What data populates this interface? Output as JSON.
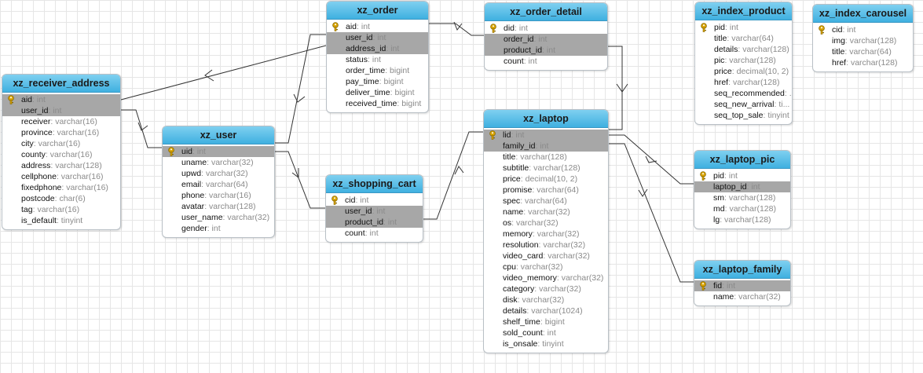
{
  "tables": [
    {
      "id": "xz_order",
      "name": "xz_order",
      "fields": [
        {
          "name": "aid",
          "type": "int",
          "pk": true
        },
        {
          "name": "user_id",
          "type": "int",
          "sel": true
        },
        {
          "name": "address_id",
          "type": "int",
          "sel": true
        },
        {
          "name": "status",
          "type": "int"
        },
        {
          "name": "order_time",
          "type": "bigint"
        },
        {
          "name": "pay_time",
          "type": "bigint"
        },
        {
          "name": "deliver_time",
          "type": "bigint"
        },
        {
          "name": "received_time",
          "type": "bigint"
        }
      ]
    },
    {
      "id": "xz_order_detail",
      "name": "xz_order_detail",
      "fields": [
        {
          "name": "did",
          "type": "int",
          "pk": true
        },
        {
          "name": "order_id",
          "type": "int",
          "sel": true
        },
        {
          "name": "product_id",
          "type": "int",
          "sel": true
        },
        {
          "name": "count",
          "type": "int"
        }
      ]
    },
    {
      "id": "xz_index_product",
      "name": "xz_index_product",
      "fields": [
        {
          "name": "pid",
          "type": "int",
          "pk": true
        },
        {
          "name": "title",
          "type": "varchar(64)"
        },
        {
          "name": "details",
          "type": "varchar(128)"
        },
        {
          "name": "pic",
          "type": "varchar(128)"
        },
        {
          "name": "price",
          "type": "decimal(10, 2)"
        },
        {
          "name": "href",
          "type": "varchar(128)"
        },
        {
          "name": "seq_recommended",
          "type": "..."
        },
        {
          "name": "seq_new_arrival",
          "type": "ti..."
        },
        {
          "name": "seq_top_sale",
          "type": "tinyint"
        }
      ]
    },
    {
      "id": "xz_index_carousel",
      "name": "xz_index_carousel",
      "fields": [
        {
          "name": "cid",
          "type": "int",
          "pk": true
        },
        {
          "name": "img",
          "type": "varchar(128)"
        },
        {
          "name": "title",
          "type": "varchar(64)"
        },
        {
          "name": "href",
          "type": "varchar(128)"
        }
      ]
    },
    {
      "id": "xz_receiver_address",
      "name": "xz_receiver_address",
      "fields": [
        {
          "name": "aid",
          "type": "int",
          "pk": true,
          "sel": true
        },
        {
          "name": "user_id",
          "type": "int",
          "sel": true
        },
        {
          "name": "receiver",
          "type": "varchar(16)"
        },
        {
          "name": "province",
          "type": "varchar(16)"
        },
        {
          "name": "city",
          "type": "varchar(16)"
        },
        {
          "name": "county",
          "type": "varchar(16)"
        },
        {
          "name": "address",
          "type": "varchar(128)"
        },
        {
          "name": "cellphone",
          "type": "varchar(16)"
        },
        {
          "name": "fixedphone",
          "type": "varchar(16)"
        },
        {
          "name": "postcode",
          "type": "char(6)"
        },
        {
          "name": "tag",
          "type": "varchar(16)"
        },
        {
          "name": "is_default",
          "type": "tinyint"
        }
      ]
    },
    {
      "id": "xz_user",
      "name": "xz_user",
      "fields": [
        {
          "name": "uid",
          "type": "int",
          "pk": true,
          "sel": true
        },
        {
          "name": "uname",
          "type": "varchar(32)"
        },
        {
          "name": "upwd",
          "type": "varchar(32)"
        },
        {
          "name": "email",
          "type": "varchar(64)"
        },
        {
          "name": "phone",
          "type": "varchar(16)"
        },
        {
          "name": "avatar",
          "type": "varchar(128)"
        },
        {
          "name": "user_name",
          "type": "varchar(32)"
        },
        {
          "name": "gender",
          "type": "int"
        }
      ]
    },
    {
      "id": "xz_shopping_cart",
      "name": "xz_shopping_cart",
      "fields": [
        {
          "name": "cid",
          "type": "int",
          "pk": true
        },
        {
          "name": "user_id",
          "type": "int",
          "sel": true
        },
        {
          "name": "product_id",
          "type": "int",
          "sel": true
        },
        {
          "name": "count",
          "type": "int"
        }
      ]
    },
    {
      "id": "xz_laptop",
      "name": "xz_laptop",
      "fields": [
        {
          "name": "lid",
          "type": "int",
          "pk": true,
          "sel": true
        },
        {
          "name": "family_id",
          "type": "int",
          "sel": true
        },
        {
          "name": "title",
          "type": "varchar(128)"
        },
        {
          "name": "subtitle",
          "type": "varchar(128)"
        },
        {
          "name": "price",
          "type": "decimal(10, 2)"
        },
        {
          "name": "promise",
          "type": "varchar(64)"
        },
        {
          "name": "spec",
          "type": "varchar(64)"
        },
        {
          "name": "name",
          "type": "varchar(32)"
        },
        {
          "name": "os",
          "type": "varchar(32)"
        },
        {
          "name": "memory",
          "type": "varchar(32)"
        },
        {
          "name": "resolution",
          "type": "varchar(32)"
        },
        {
          "name": "video_card",
          "type": "varchar(32)"
        },
        {
          "name": "cpu",
          "type": "varchar(32)"
        },
        {
          "name": "video_memory",
          "type": "varchar(32)"
        },
        {
          "name": "category",
          "type": "varchar(32)"
        },
        {
          "name": "disk",
          "type": "varchar(32)"
        },
        {
          "name": "details",
          "type": "varchar(1024)"
        },
        {
          "name": "shelf_time",
          "type": "bigint"
        },
        {
          "name": "sold_count",
          "type": "int"
        },
        {
          "name": "is_onsale",
          "type": "tinyint"
        }
      ]
    },
    {
      "id": "xz_laptop_pic",
      "name": "xz_laptop_pic",
      "fields": [
        {
          "name": "pid",
          "type": "int",
          "pk": true
        },
        {
          "name": "laptop_id",
          "type": "int",
          "sel": true
        },
        {
          "name": "sm",
          "type": "varchar(128)"
        },
        {
          "name": "md",
          "type": "varchar(128)"
        },
        {
          "name": "lg",
          "type": "varchar(128)"
        }
      ]
    },
    {
      "id": "xz_laptop_family",
      "name": "xz_laptop_family",
      "fields": [
        {
          "name": "fid",
          "type": "int",
          "pk": true,
          "sel": true
        },
        {
          "name": "name",
          "type": "varchar(32)"
        }
      ]
    }
  ],
  "colors": {
    "header_top": "#7fd0f0",
    "header_bottom": "#3fb0e0",
    "selected_row": "#a7a7a7",
    "key_icon": "#d9a400",
    "line": "#333333"
  }
}
